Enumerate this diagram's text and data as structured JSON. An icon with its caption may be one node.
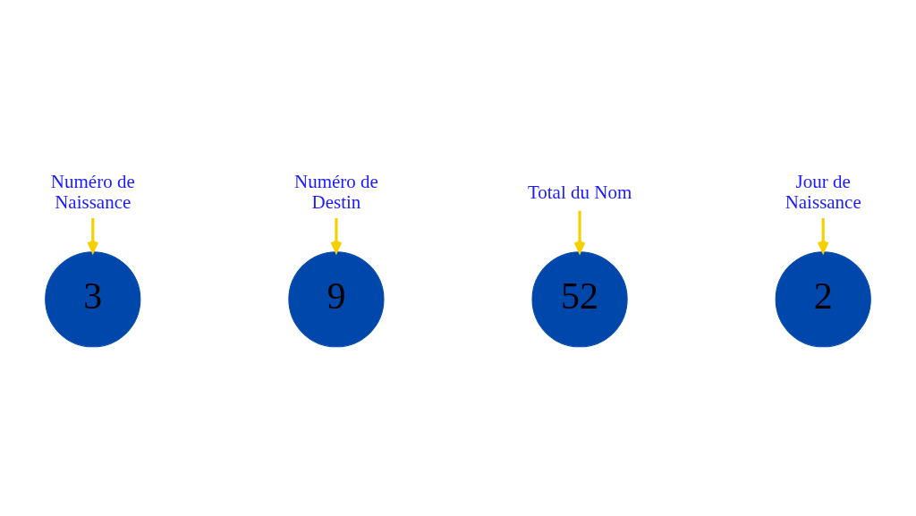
{
  "diagram": {
    "nodes": [
      {
        "text": [
          "3"
        ]
      },
      {
        "text": [
          "9"
        ]
      },
      {
        "text": [
          "Numéro de Naissance"
        ]
      },
      {
        "text": [
          "Numéro de Destin"
        ]
      },
      {
        "text": [
          "52"
        ]
      },
      {
        "text": [
          "Total du Nom"
        ]
      },
      {
        "text": [
          "Jour de Naissance"
        ]
      },
      {
        "text": [
          "2"
        ]
      }
    ],
    "edges": [
      {
        "from": 2,
        "to": 0,
        "arrow": "to"
      },
      {
        "from": 3,
        "to": 1,
        "arrow": "to"
      },
      {
        "from": 5,
        "to": 4,
        "arrow": "to"
      },
      {
        "from": 6,
        "to": 7,
        "arrow": "to"
      }
    ]
  }
}
